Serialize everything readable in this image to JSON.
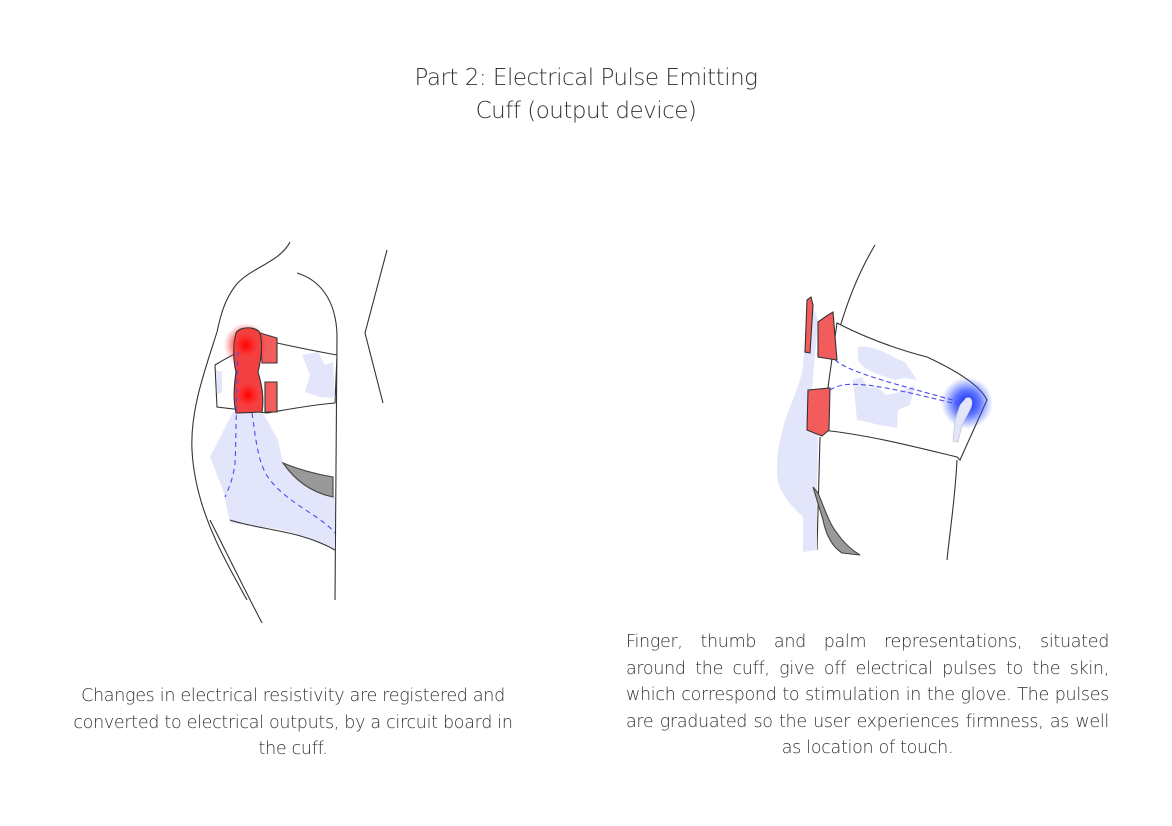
{
  "title": {
    "line1": "Part 2: Electrical Pulse Emitting",
    "line2": "Cuff (output device)"
  },
  "left_caption": "Changes in electrical resistivity are registered and converted to electrical outputs, by a circuit board in the cuff.",
  "right_caption": {
    "lines": [
      "Finger, thumb and palm representations, situated",
      "around the cuff, give off electrical pulses to the skin,",
      "which correspond to stimulation in the glove. The pulses",
      "are graduated so the user experiences firmness, as well",
      "as location of touch."
    ]
  },
  "colors": {
    "pad_red": "#f25c5c",
    "glow_red": "#ff0000",
    "glove_lavender": "#e3e6fa",
    "wire_blue": "#4a4af0",
    "glow_blue": "#1030ff",
    "band_gray": "#999999"
  }
}
